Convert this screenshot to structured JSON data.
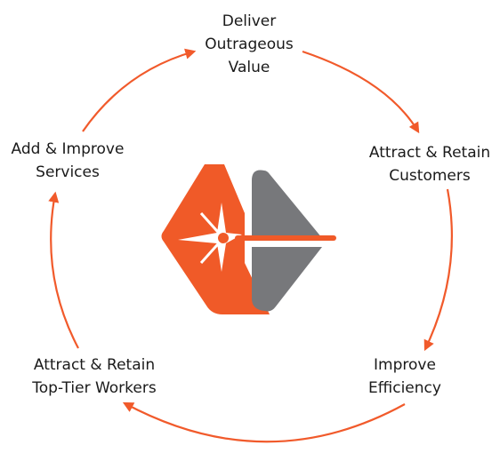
{
  "colors": {
    "arrow": "#f15a2b",
    "logo_orange": "#f05a28",
    "logo_gray": "#77787b",
    "text": "#1a1a1a"
  },
  "cycle": {
    "nodes": [
      {
        "lines": [
          "Deliver",
          "Outrageous",
          "Value"
        ]
      },
      {
        "lines": [
          "Attract & Retain",
          "Customers"
        ]
      },
      {
        "lines": [
          "Improve",
          "Efficiency"
        ]
      },
      {
        "lines": [
          "Attract & Retain",
          "Top-Tier Workers"
        ]
      },
      {
        "lines": [
          "Add & Improve",
          "Services"
        ]
      }
    ]
  },
  "logo": {
    "icon": "company-logo-icon"
  }
}
